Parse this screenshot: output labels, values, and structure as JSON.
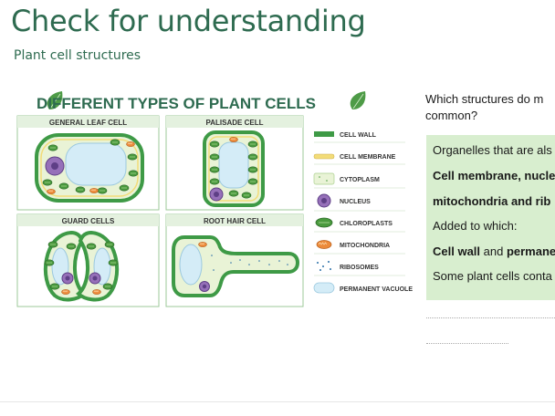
{
  "slide": {
    "title": "Check for understanding",
    "subtitle": "Plant cell structures"
  },
  "figure": {
    "heading": "DIFFERENT TYPES OF PLANT CELLS",
    "panels": {
      "leaf": "GENERAL LEAF CELL",
      "palisade": "PALISADE CELL",
      "guard": "GUARD CELLS",
      "root": "ROOT HAIR CELL"
    },
    "legend": [
      {
        "label": "CELL WALL",
        "icon": "cell-wall-icon"
      },
      {
        "label": "CELL MEMBRANE",
        "icon": "cell-membrane-icon"
      },
      {
        "label": "CYTOPLASM",
        "icon": "cytoplasm-icon"
      },
      {
        "label": "NUCLEUS",
        "icon": "nucleus-icon"
      },
      {
        "label": "CHLOROPLASTS",
        "icon": "chloroplast-icon"
      },
      {
        "label": "MITOCHONDRIA",
        "icon": "mitochondria-icon"
      },
      {
        "label": "RIBOSOMES",
        "icon": "ribosome-icon"
      },
      {
        "label": "PERMANENT VACUOLE",
        "icon": "vacuole-icon"
      }
    ],
    "colors": {
      "accent": "#2e6b50",
      "wall": "#3e9a46",
      "membrane": "#f3dc78",
      "cytoplasm": "#e9f3d6",
      "vacuole": "#d4ecf7",
      "nucleus": "#9670b9",
      "chloroplast": "#4a9a3e",
      "mitochondria": "#ec8a3a"
    }
  },
  "question": {
    "line1": "Which structures do m",
    "line2": "common?"
  },
  "answer": {
    "line1": "Organelles that are als",
    "line2": "Cell membrane, nucle",
    "line3": "mitochondria and rib",
    "line4": "Added to which:",
    "line5_bold_a": "Cell wall",
    "line5_normal": " and ",
    "line5_bold_b": "permane",
    "line6": "Some plant cells conta"
  }
}
